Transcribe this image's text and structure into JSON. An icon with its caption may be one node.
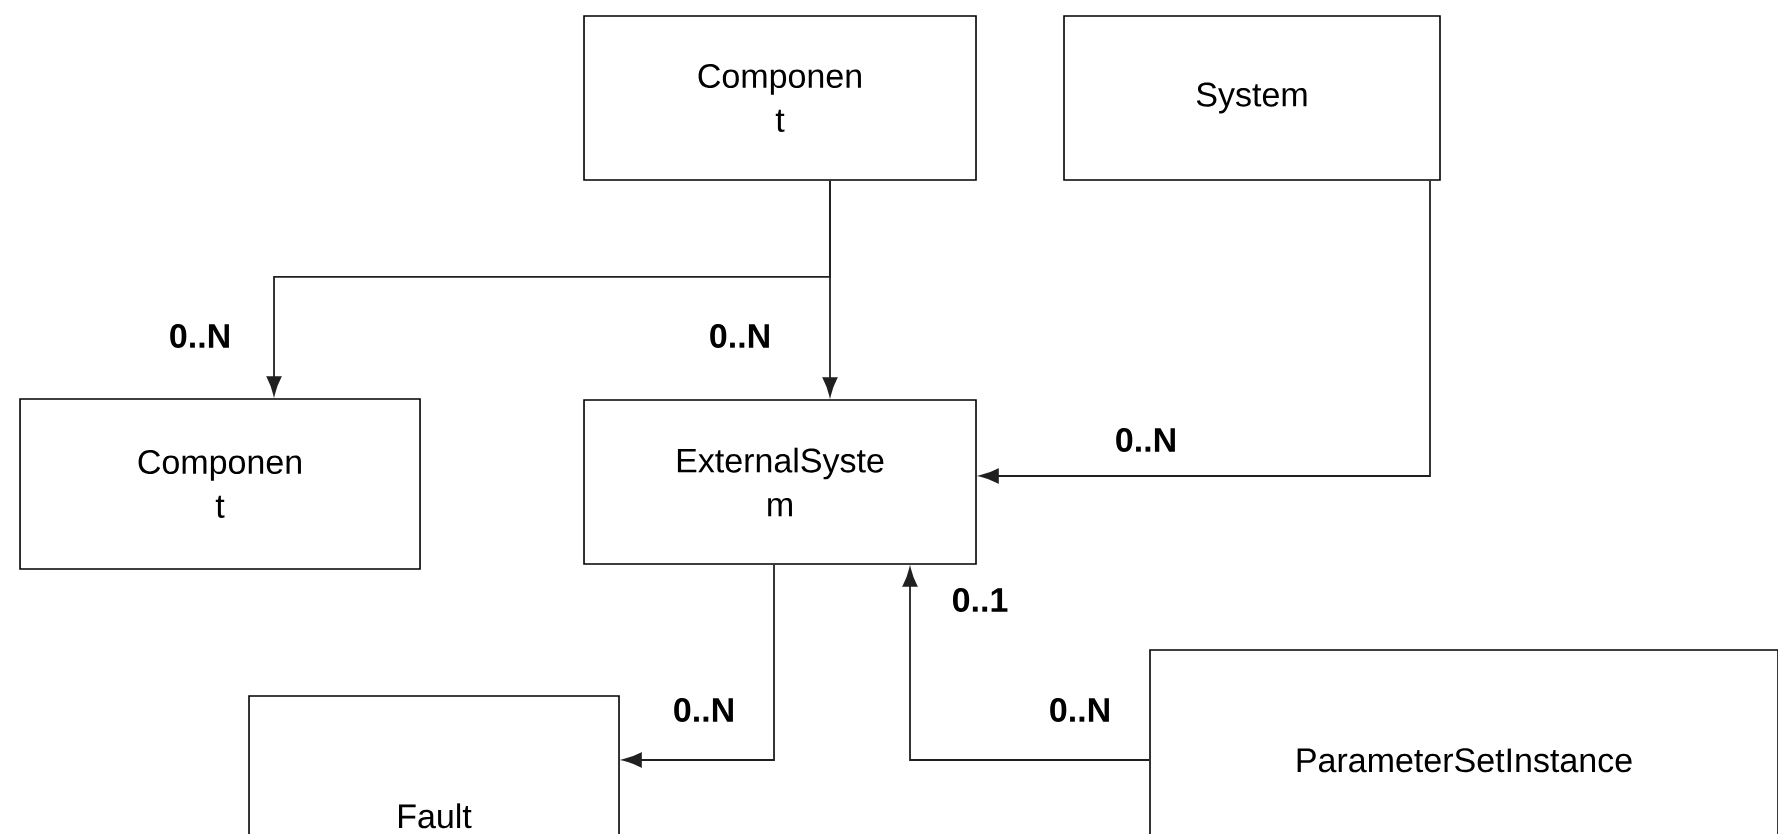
{
  "diagram": {
    "nodes": [
      {
        "text": [
          "Componen t"
        ]
      },
      {
        "text": [
          "System"
        ]
      },
      {
        "text": [
          "Componen t"
        ]
      },
      {
        "text": [
          "ExternalSyste m"
        ]
      },
      {
        "text": [
          "Fault"
        ]
      },
      {
        "text": [
          "ParameterSetInstance"
        ]
      }
    ],
    "edges": [
      {
        "from": 0,
        "to": 2,
        "arrow": "to",
        "label": "0..N"
      },
      {
        "from": 0,
        "to": 3,
        "arrow": "to",
        "label": "0..N"
      },
      {
        "from": 1,
        "to": 3,
        "arrow": "to",
        "label": "0..N"
      },
      {
        "from": 3,
        "to": 4,
        "arrow": "to",
        "label": "0..N"
      },
      {
        "from": 5,
        "to": 3,
        "arrow": "to",
        "label": "0..1"
      }
    ],
    "labels": [
      "0..N"
    ]
  }
}
